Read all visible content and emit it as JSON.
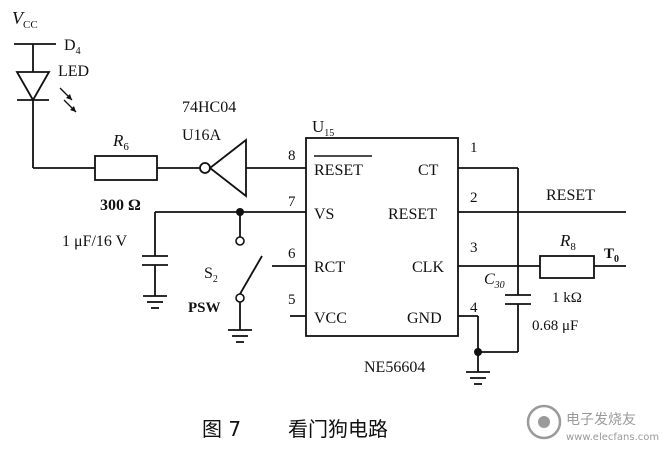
{
  "labels": {
    "vcc_v": "V",
    "vcc_sub": "CC",
    "d4_d": "D",
    "d4_sub": "4",
    "led": "LED",
    "r6_r": "R",
    "r6_sub": "6",
    "r6_value": "300 Ω",
    "inverter_type": "74HC04",
    "inverter_ref": "U16A",
    "ic_ref": "U",
    "ic_ref_sub": "15",
    "cap_value": "1 μF/16 V",
    "s2_s": "S",
    "s2_sub": "2",
    "psw": "PSW",
    "c30_c": "C",
    "c30_sub": "30",
    "c30_value": "0.68 μF",
    "r8_r": "R",
    "r8_sub": "8",
    "r8_value": "1 kΩ",
    "t0_t": "T",
    "t0_sub": "0",
    "reset_out": "RESET",
    "ic_part": "NE56604"
  },
  "ic_pins_left": [
    {
      "num": "8",
      "name": "RESET",
      "overbar": true
    },
    {
      "num": "7",
      "name": "VS",
      "overbar": false
    },
    {
      "num": "6",
      "name": "RCT",
      "overbar": false
    },
    {
      "num": "5",
      "name": "VCC",
      "overbar": false
    }
  ],
  "ic_pins_right": [
    {
      "num": "1",
      "name": "CT"
    },
    {
      "num": "2",
      "name": "RESET"
    },
    {
      "num": "3",
      "name": "CLK"
    },
    {
      "num": "4",
      "name": "GND"
    }
  ],
  "caption": {
    "figure": "图 7",
    "title": "看门狗电路"
  },
  "watermark": {
    "cn": "电子发烧友",
    "url": "www.elecfans.com"
  }
}
